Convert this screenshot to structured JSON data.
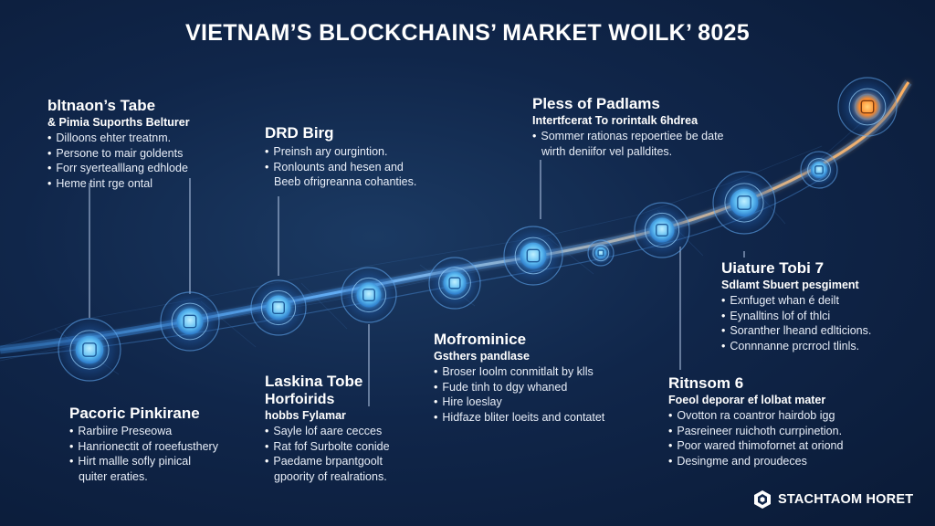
{
  "title": "VIETNAM’S BLOCKCHAINS’ MARKET WOILK’ 8025",
  "colors": {
    "accent": "#4fa3ff",
    "node_core": "#7fd3ff",
    "node_hot": "#ff9a3c",
    "background": "#0f2447"
  },
  "nodes": [
    {
      "icon": "circuit-icon"
    },
    {
      "icon": "gear-icon"
    },
    {
      "icon": "chip-icon"
    },
    {
      "icon": "cube-icon"
    },
    {
      "icon": "wallet-icon"
    },
    {
      "icon": "network-icon"
    },
    {
      "icon": "chain-icon"
    },
    {
      "icon": "shield-icon"
    },
    {
      "icon": "globe-icon"
    },
    {
      "icon": "coin-icon"
    },
    {
      "icon": "node-icon"
    },
    {
      "icon": "rocket-icon"
    }
  ],
  "stages": [
    {
      "heading": "bltnaon’s Tabe",
      "subheading": "& Pimia Suporths Belturer",
      "bullets": [
        "Dilloons ehter treatnm.",
        "Persone to mair goldents",
        "Forr syertealllang edhlode",
        "Heme tint rge ontal"
      ]
    },
    {
      "heading": "DRD Birg",
      "subheading": "",
      "bullets": [
        "Preinsh ary ourgintion.",
        "Ronlounts and hesen and"
      ],
      "continuation": "Beeb ofrigreanna cohanties."
    },
    {
      "heading": "Pless of Padlams",
      "subheading": "Intertfcerat To rorintalk 6hdrea",
      "bullets": [
        "Sommer rationas repoertiee be date"
      ],
      "continuation": "wirth deniifor vel palldites."
    },
    {
      "heading": "Uiature Tobi 7",
      "subheading": "Sdlamt Sbuert pesgiment",
      "bullets": [
        "Exnfuget whan é deilt",
        "Eynalltins lof of thlci",
        "Soranther lheand edlticions.",
        "Connnanne prcrrocl tlinls."
      ]
    },
    {
      "heading": "Mofrominice",
      "subheading": "Gsthers pandlase",
      "bullets": [
        "Broser Ioolm conmitlalt by klls",
        "Fude tinh to dgy whaned",
        "Hire loeslay",
        "Hidfaze bliter loeits and contatet"
      ]
    },
    {
      "heading": "Ritnsom 6",
      "subheading": "Foeol deporar ef lolbat mater",
      "bullets": [
        "Ovotton ra coantror hairdob igg",
        "Pasreineer ruichoth currpinetion.",
        "Poor wared thimofornet at oriond",
        "Desingme and proudeces"
      ]
    },
    {
      "heading": "Laskina Tobe",
      "heading2": "Horfoirids",
      "subheading": "hobbs Fylamar",
      "bullets": [
        "Sayle lof aare cecces",
        "Rat fof Surbolte conide",
        "Paedame brpantgoolt"
      ],
      "continuation": "gpoority of realrations."
    },
    {
      "heading": "Pacoric Pinkirane",
      "subheading": "",
      "bullets": [
        "Rarbiire Preseowa",
        "Hanrionectit of roeefusthery",
        "Hirt mallle sofly pinical"
      ],
      "continuation": "quiter eraties."
    }
  ],
  "logo": {
    "text": "STACHTAOM HORET",
    "icon": "hexagon-logo-icon"
  }
}
